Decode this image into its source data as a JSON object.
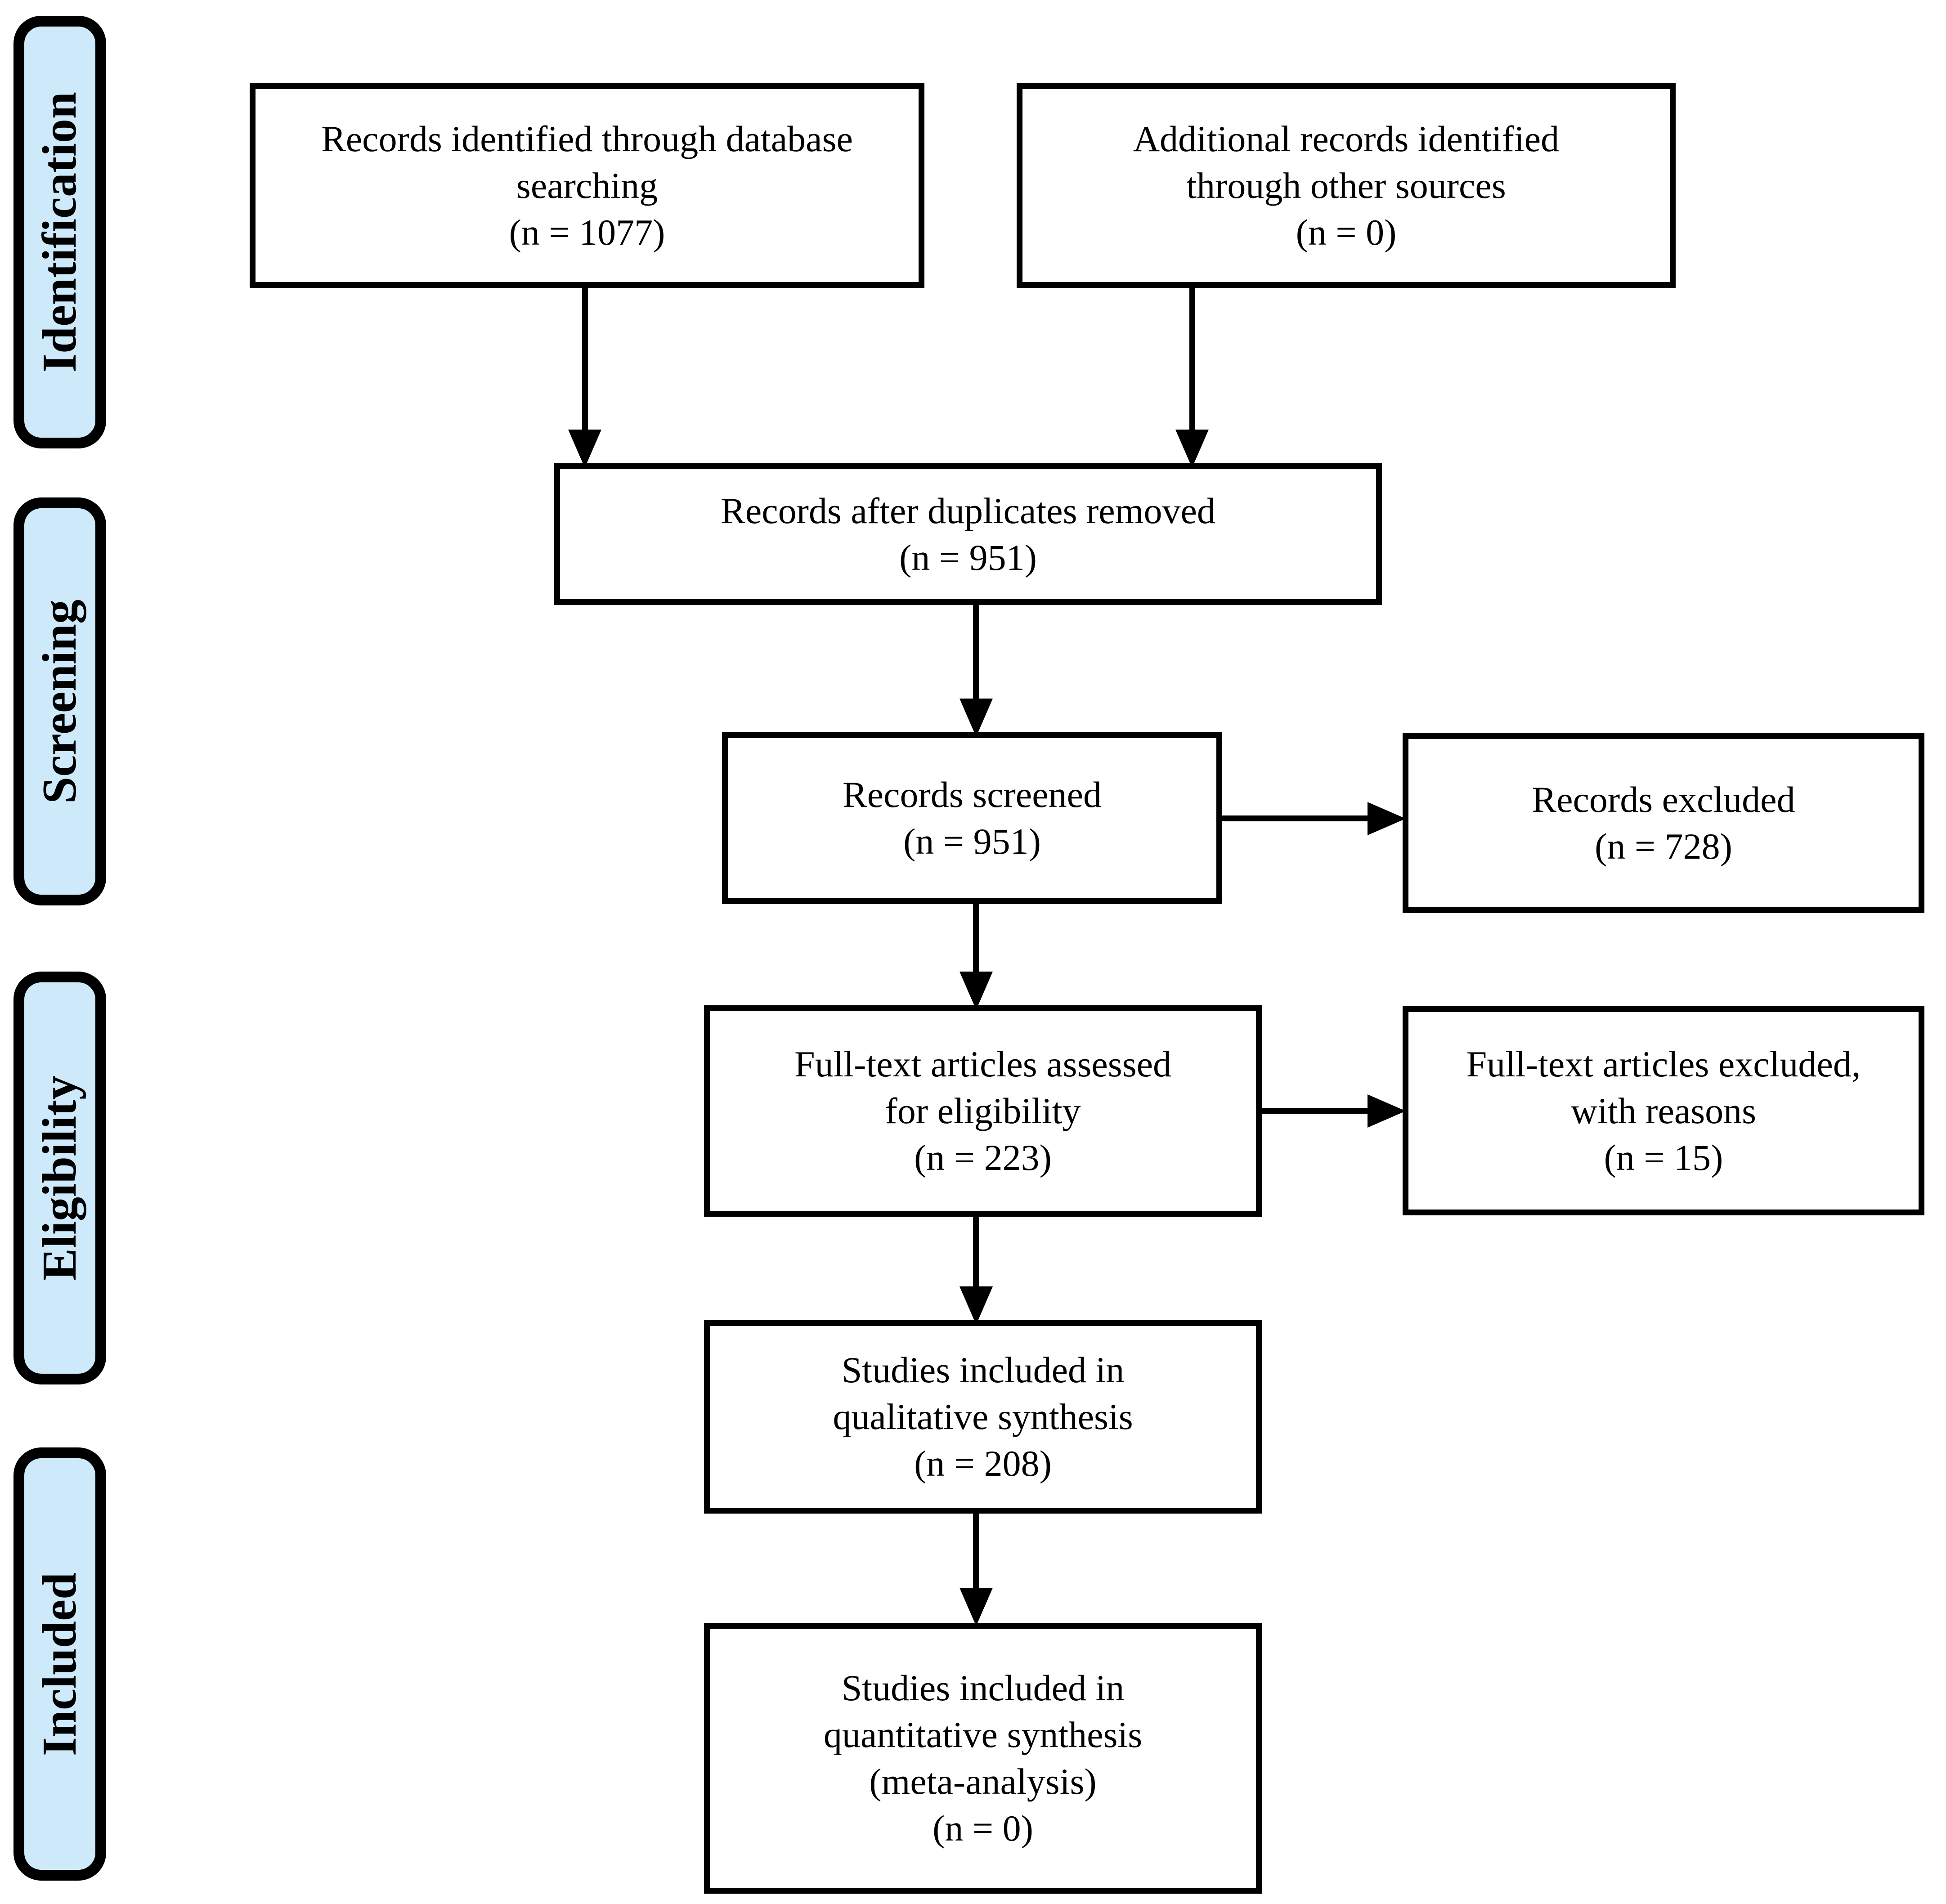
{
  "figure": {
    "type": "prisma-flow-diagram",
    "description": "PRISMA study selection flow diagram"
  },
  "sidebar": {
    "stages": [
      {
        "label": "Identification"
      },
      {
        "label": "Screening"
      },
      {
        "label": "Eligibility"
      },
      {
        "label": "Included"
      }
    ]
  },
  "flow": {
    "boxes": [
      {
        "key": "records-identified",
        "n": 1077,
        "lines": [
          "Records identified through database",
          "searching",
          "(n = 1077)"
        ]
      },
      {
        "key": "additional-records",
        "n": 0,
        "lines": [
          "Additional records identified",
          "through other sources",
          "(n = 0)"
        ]
      },
      {
        "key": "duplicates-removed",
        "n": 951,
        "lines": [
          "Records after duplicates removed",
          "(n = 951)"
        ]
      },
      {
        "key": "records-screened",
        "n": 951,
        "lines": [
          "Records screened",
          "(n = 951)"
        ]
      },
      {
        "key": "records-excluded",
        "n": 728,
        "lines": [
          "Records excluded",
          "(n = 728)"
        ]
      },
      {
        "key": "fulltext-assessed",
        "n": 223,
        "lines": [
          "Full-text articles assessed",
          "for eligibility",
          "(n = 223)"
        ]
      },
      {
        "key": "fulltext-excluded",
        "n": 15,
        "lines": [
          "Full-text articles excluded,",
          "with reasons",
          "(n = 15)"
        ]
      },
      {
        "key": "qualitative-synthesis",
        "n": 208,
        "lines": [
          "Studies included in",
          "qualitative synthesis",
          "(n = 208)"
        ]
      },
      {
        "key": "quantitative-synthesis",
        "n": 0,
        "lines": [
          "Studies included in",
          "quantitative synthesis",
          "(meta-analysis)",
          "(n = 0)"
        ]
      }
    ]
  },
  "colors": {
    "stage_fill": "#cde9fa",
    "stage_border": "#000000",
    "box_fill": "#ffffff",
    "box_border": "#000000",
    "arrow": "#000000",
    "text": "#000000",
    "background": "#ffffff"
  }
}
